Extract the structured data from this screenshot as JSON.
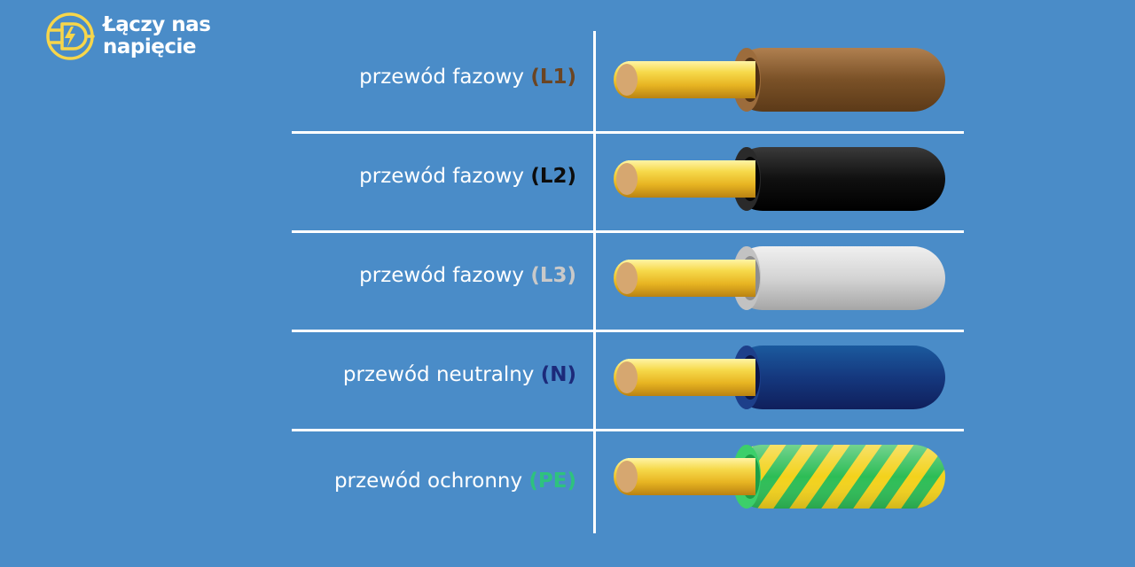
{
  "logo": {
    "line1": "Łączy nas",
    "line2": "napięcie",
    "color": "#f7d64a"
  },
  "rows": [
    {
      "label": "przewód fazowy",
      "code": "(L1)",
      "code_color": "#6b4523",
      "insulation": [
        "#b08050",
        "#7a5127",
        "#5c3a18"
      ]
    },
    {
      "label": "przewód fazowy",
      "code": "(L2)",
      "code_color": "#0d0d0d",
      "insulation": [
        "#3a3a3a",
        "#101010",
        "#000000"
      ]
    },
    {
      "label": "przewód fazowy",
      "code": "(L3)",
      "code_color": "#c9c9c9",
      "insulation": [
        "#f0f0f0",
        "#d4d4d4",
        "#a6a6a6"
      ]
    },
    {
      "label": "przewód neutralny",
      "code": "(N)",
      "code_color": "#1c2a7a",
      "insulation": [
        "#1b5a9e",
        "#15387e",
        "#0f1f5c"
      ]
    },
    {
      "label": "przewód ochronny",
      "code": "(PE)",
      "code_color": "#2ec27e",
      "insulation": [
        "#f3d21c",
        "#2dbd56",
        "#1e9e46"
      ]
    }
  ]
}
